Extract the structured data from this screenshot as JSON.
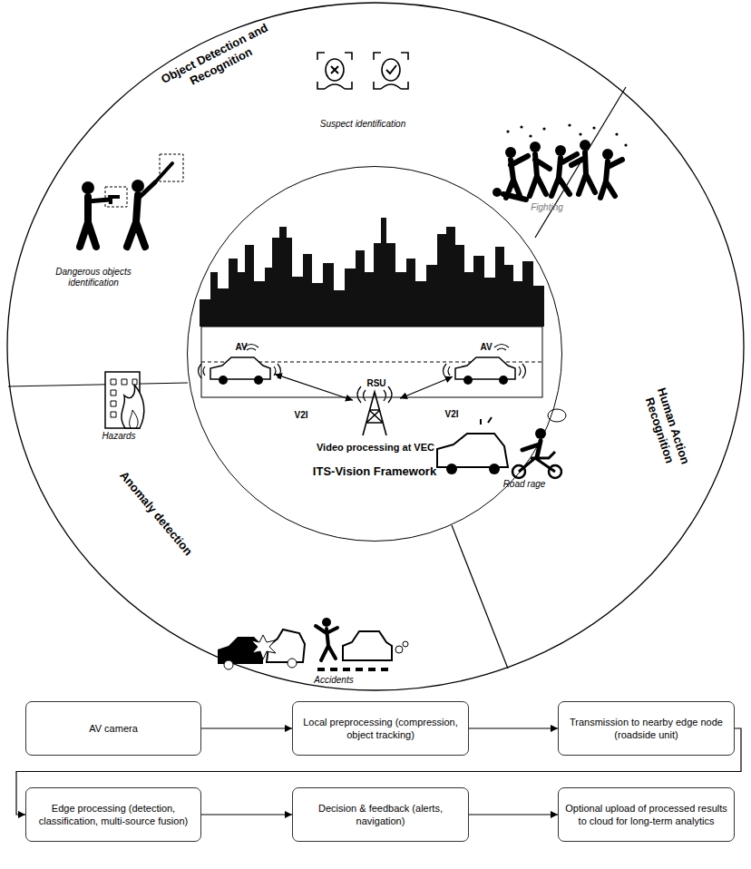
{
  "diagram": {
    "nodes": [
      {
        "text": [
          "ITS-Vision Framework"
        ]
      },
      {
        "text": [
          "AV"
        ],
        "in": 0
      },
      {
        "text": [
          "RSU"
        ],
        "in": 0
      },
      {
        "text": [
          "AV"
        ],
        "in": 0
      },
      {
        "text": [
          "AV camera"
        ]
      },
      {
        "text": [
          "Local preprocessing (compression, object tracking)"
        ]
      },
      {
        "text": [
          "Transmission to nearby edge node (roadside unit)"
        ]
      },
      {
        "text": [
          "Edge processing (detection, classification, multi-source fusion)"
        ]
      },
      {
        "text": [
          "Decision & feedback (alerts, navigation)"
        ]
      },
      {
        "text": [
          "Optional upload of processed results to cloud for long-term analytics"
        ]
      }
    ],
    "edges": [
      {
        "from": 1,
        "to": 2,
        "label": "V2I",
        "arrow": "both"
      },
      {
        "from": 2,
        "to": 3,
        "label": "V2I",
        "arrow": "both"
      },
      {
        "from": 4,
        "to": 5,
        "arrow": "to"
      },
      {
        "from": 5,
        "to": 6,
        "arrow": "to"
      },
      {
        "from": 6,
        "to": 7,
        "arrow": "to"
      },
      {
        "from": 7,
        "to": 8,
        "arrow": "to"
      },
      {
        "from": 8,
        "to": 9,
        "arrow": "to"
      }
    ],
    "labels": [
      "Object Detection and Recognition",
      "Suspect identification",
      "Dangerous objects identification",
      "Fighting",
      "Human Action Recognition",
      "Road rage",
      "Anomaly detection",
      "Hazards",
      "Accidents",
      "Video processing at VEC"
    ]
  }
}
